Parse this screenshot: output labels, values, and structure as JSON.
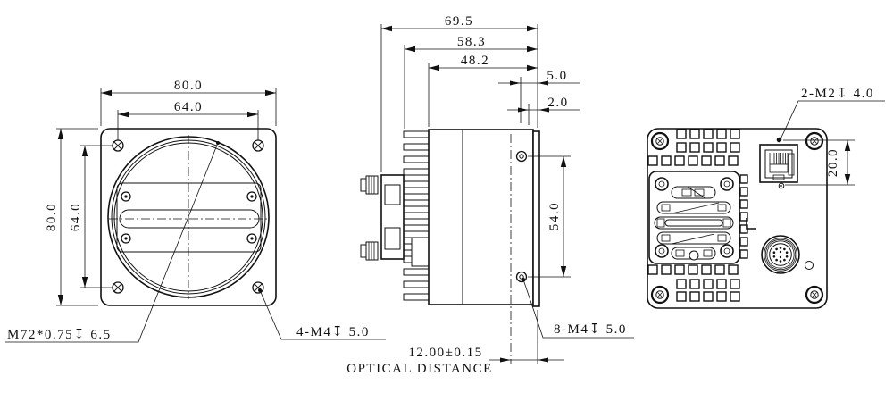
{
  "labels": {
    "front": {
      "width": "80.0",
      "hole_span_h": "64.0",
      "height": "80.0",
      "hole_span_v": "64.0",
      "lens_thread": "M72*0.75↧ 6.5",
      "mount_screws": "4-M4↧ 5.0"
    },
    "side": {
      "total_depth": "69.5",
      "body_depth": "58.3",
      "front_depth": "48.2",
      "flange_step": "5.0",
      "face_step": "2.0",
      "hole_span": "54.0",
      "mount_screws": "8-M4↧ 5.0",
      "optical_distance_value": "12.00±0.15",
      "optical_distance_label": "OPTICAL DISTANCE"
    },
    "back": {
      "port_screws": "2-M2↧ 4.0",
      "port_hole_span": "20.0"
    }
  }
}
